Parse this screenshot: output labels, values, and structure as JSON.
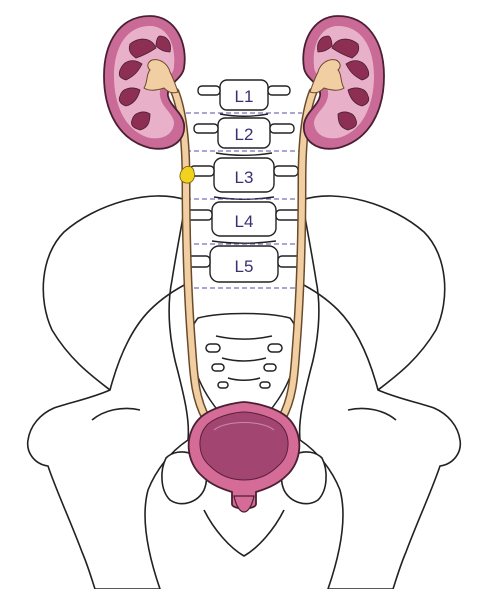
{
  "vertebra_labels": [
    "L1",
    "L2",
    "L3",
    "L4",
    "L5"
  ],
  "colors": {
    "kidney_outer": "#c96b96",
    "kidney_inner": "#8d2f52",
    "ureter": "#f1cfa3",
    "bladder_outer": "#d56c98",
    "bladder_inner": "#a24671",
    "stone": "#f2d21f",
    "level_line": "#5a4aa6",
    "bone_line": "#222222"
  },
  "icons": [
    "kidney-left",
    "kidney-right",
    "ureter-left",
    "ureter-right",
    "bladder",
    "kidney-stone",
    "pelvis",
    "spine"
  ]
}
